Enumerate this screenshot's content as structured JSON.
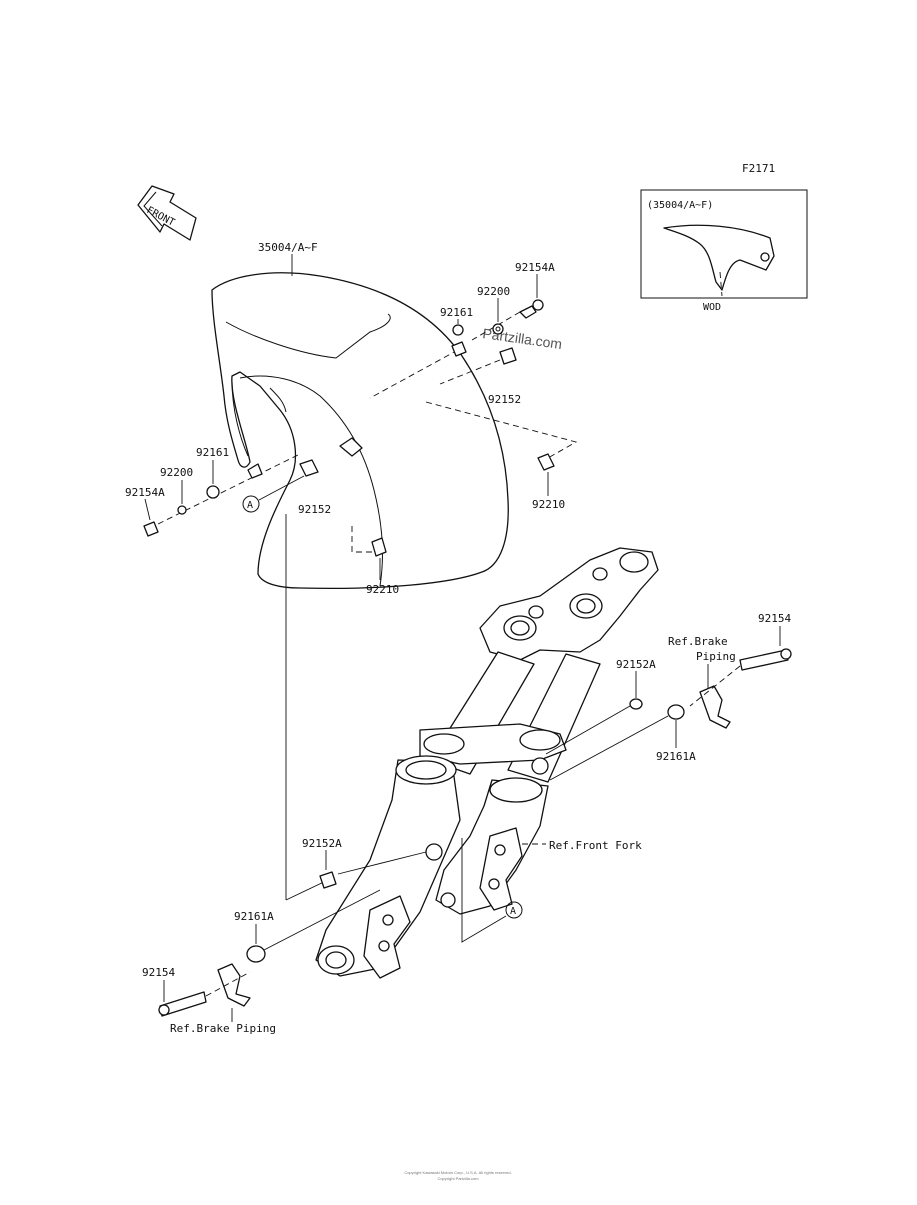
{
  "diagram": {
    "figure_code": "F2171",
    "front_arrow_label": "FRONT",
    "watermark": "Partzilla.com",
    "inset": {
      "label": "(35004/A~F)",
      "caption": "WOD"
    },
    "ref_labels": {
      "brake_piping_top_1": "Ref.Brake",
      "brake_piping_top_2": "Piping",
      "front_fork": "Ref.Front Fork",
      "brake_piping_bottom": "Ref.Brake Piping"
    },
    "circle_marker": "A",
    "part_labels": {
      "fender": "35004/A~F",
      "p92154A_top": "92154A",
      "p92200_top": "92200",
      "p92161_top": "92161",
      "p92152_top": "92152",
      "p92210_right": "92210",
      "p92161_left": "92161",
      "p92200_left": "92200",
      "p92154A_left": "92154A",
      "p92152_mid": "92152",
      "p92210_mid": "92210",
      "p92154_right": "92154",
      "p92152A_right": "92152A",
      "p92161A_right": "92161A",
      "p92152A_left": "92152A",
      "p92161A_left": "92161A",
      "p92154_left": "92154"
    },
    "footer_line1": "Copyright Kawasaki Motors Corp., U.S.A. All rights reserved.",
    "footer_line2": "Copyright Partzilla.com"
  }
}
